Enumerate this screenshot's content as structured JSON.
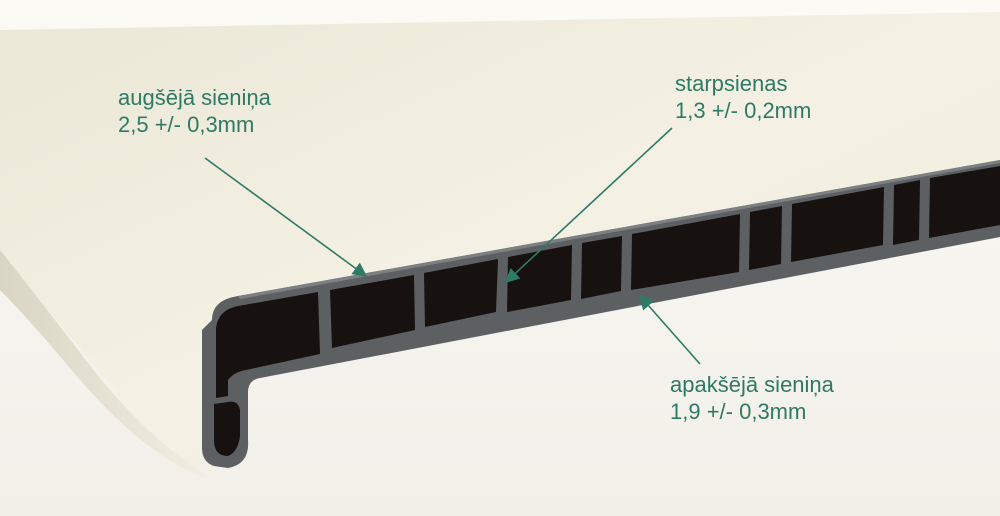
{
  "image": {
    "subject": "PVC window sill profile cross-section",
    "colors": {
      "board_surface": "#eeebdc",
      "profile_wall": "#5c6062",
      "hollow_chamber": "#17110f",
      "annotation": "#2e7a66"
    }
  },
  "annotations": {
    "top_wall": {
      "name": "augšējā sieniņa",
      "value": "2,5 +/- 0,3mm"
    },
    "inner_walls": {
      "name": "starpsienas",
      "value": "1,3 +/- 0,2mm"
    },
    "bottom_wall": {
      "name": "apakšējā sieniņa",
      "value": "1,9 +/- 0,3mm"
    }
  }
}
